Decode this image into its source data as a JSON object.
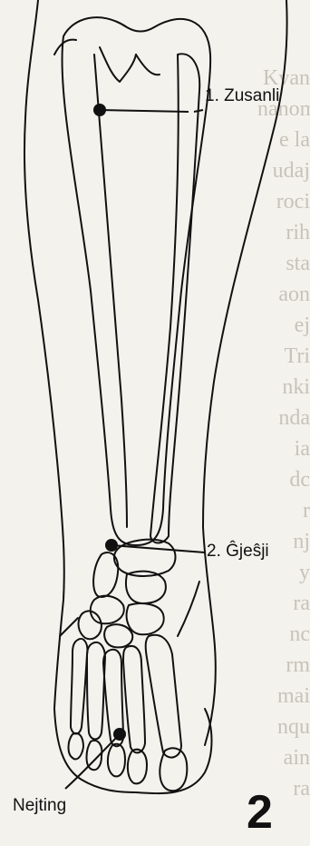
{
  "points": [
    {
      "label": "1. Zusanli"
    },
    {
      "label": "2. Ĝjeŝji"
    },
    {
      "label": "Nejting"
    }
  ],
  "figure_number": "2",
  "background_text": [
    "Kvan",
    "nanom",
    "e la",
    "udaj",
    "roci",
    "rih",
    "sta",
    "aon",
    "ej",
    "Tri",
    "nki",
    "nda",
    "ia",
    "dc",
    "r",
    "nj",
    "y",
    "ra",
    "nc",
    "rm",
    "mai",
    "nqu",
    "ain",
    "ra"
  ],
  "colors": {
    "ink": "#111111",
    "paper": "#f4f2ed",
    "ghost_text": "#b9b4aa"
  }
}
